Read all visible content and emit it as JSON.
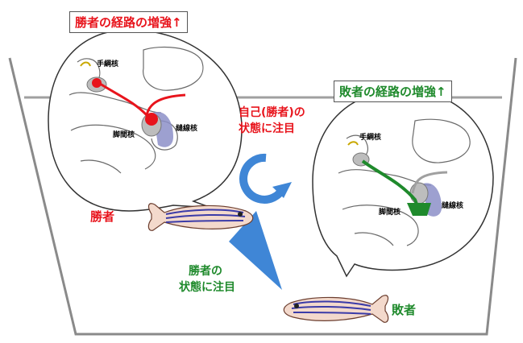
{
  "winner_pathway_title": "勝者の経路の増強↑",
  "loser_pathway_title": "敗者の経路の増強↑",
  "focus_self": {
    "line1": "自己(勝者)の",
    "line2": "状態に注目"
  },
  "focus_winner": {
    "line1": "勝者の",
    "line2": "状態に注目"
  },
  "winner_label": "勝者",
  "loser_label": "敗者",
  "brain_labels": {
    "habenula": "手綱核",
    "ipn": "脚間核",
    "raphe": "縫線核"
  },
  "colors": {
    "winner": "#e8141c",
    "loser": "#1f8a2c",
    "arrow": "#3f86d6",
    "text_blue": "#2b73c9"
  }
}
